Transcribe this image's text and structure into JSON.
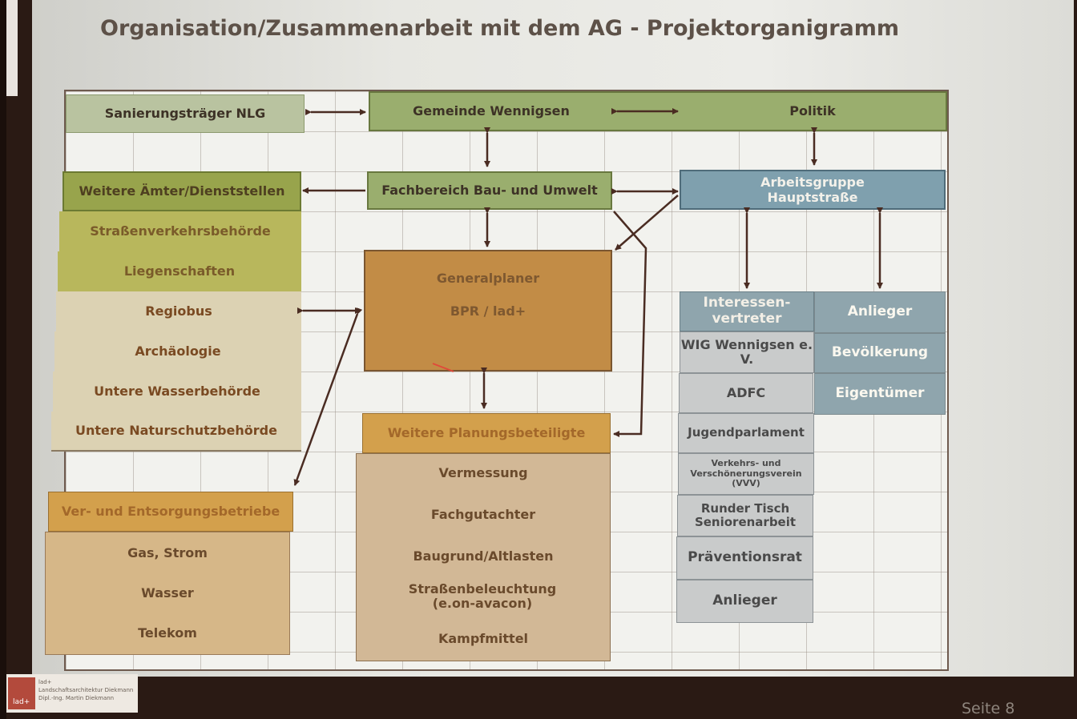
{
  "title": "Organisation/Zusammenarbeit mit dem AG - Projektorganigramm",
  "top_row": {
    "left": "Sanierungsträger NLG",
    "center": "Gemeinde Wennigsen",
    "right": "Politik"
  },
  "fachbereich": "Fachbereich Bau- und Umwelt",
  "arbeitsgruppe": "Arbeitsgruppe Hauptstraße",
  "aemter": {
    "header": "Weitere Ämter/Dienststellen",
    "items": [
      "Straßenverkehrsbehörde",
      "Liegenschaften",
      "Regiobus",
      "Archäologie",
      "Untere Wasserbehörde",
      "Untere Naturschutzbehörde"
    ]
  },
  "generalplaner": {
    "title": "Generalplaner",
    "subtitle": "BPR / lad+"
  },
  "versorgung": {
    "header": "Ver- und Entsorgungsbetriebe",
    "items": [
      "Gas, Strom",
      "Wasser",
      "Telekom"
    ]
  },
  "planung": {
    "header": "Weitere Planungsbeteiligte",
    "items": [
      "Vermessung",
      "Fachgutachter",
      "Baugrund/Altlasten",
      "Straßenbeleuchtung (e.on-avacon)",
      "Kampfmittel"
    ]
  },
  "interessen": {
    "items": [
      "Interessen-vertreter",
      "WIG Wennigsen e. V.",
      "ADFC",
      "Jugendparlament",
      "Verkehrs- und Verschönerungsverein (VVV)",
      "Runder Tisch Seniorenarbeit",
      "Präventionsrat",
      "Anlieger"
    ]
  },
  "anlieger_col": {
    "items": [
      "Anlieger",
      "Bevölkerung",
      "Eigentümer"
    ]
  },
  "footer": {
    "logo_mark": "lad+",
    "logo_line1": "lad+",
    "logo_line2": "Landschaftsarchitektur Diekmann",
    "logo_line3": "Dipl.-Ing. Martin Diekmann",
    "page": "Seite 8"
  },
  "colors": {
    "green": "#9aae6e",
    "blue": "#7fa0ae",
    "orange": "#c28c46",
    "arrow": "#4a2c22"
  }
}
